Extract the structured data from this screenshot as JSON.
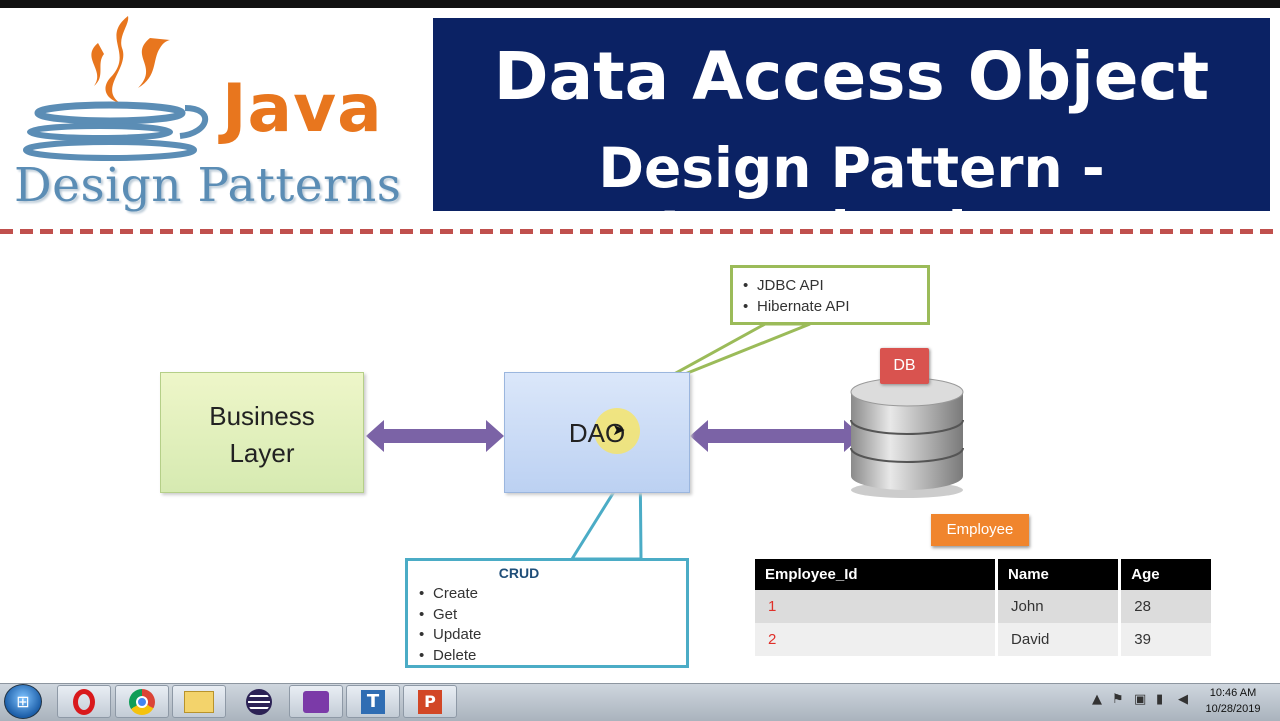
{
  "logo": {
    "java_text": "Java",
    "subtitle": "Design Patterns",
    "flame_color": "#e8761e",
    "cup_color": "#5b8db5"
  },
  "title": {
    "line1": "Data Access Object",
    "line2": "Design Pattern - Introduction",
    "bg_color": "#0b2264"
  },
  "diagram": {
    "business_layer": "Business Layer",
    "dao": "DAO",
    "db_label": "DB",
    "api_callout": {
      "items": [
        "JDBC API",
        "Hibernate API"
      ],
      "border_color": "#9bbb59"
    },
    "crud_callout": {
      "title": "CRUD",
      "items": [
        "Create",
        "Get",
        "Update",
        "Delete"
      ],
      "border_color": "#4bacc6"
    },
    "arrow_color": "#7b63a6",
    "table_label": "Employee",
    "table": {
      "headers": [
        "Employee_Id",
        "Name",
        "Age"
      ],
      "rows": [
        [
          "1",
          "John",
          "28"
        ],
        [
          "2",
          "David",
          "39"
        ]
      ]
    }
  },
  "taskbar": {
    "apps": [
      "start-orb-icon",
      "opera-icon",
      "chrome-icon",
      "file-explorer-icon",
      "eclipse-icon",
      "video-editor-icon",
      "text-editor-icon",
      "powerpoint-icon"
    ],
    "time": "10:46 AM",
    "date": "10/28/2019"
  }
}
